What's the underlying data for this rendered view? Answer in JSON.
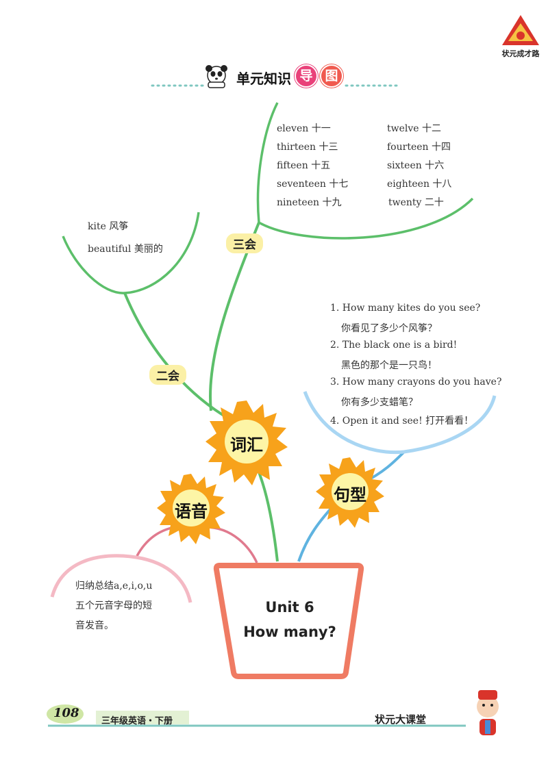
{
  "header": {
    "title": "单元知识",
    "badge_1": "导",
    "badge_2": "图"
  },
  "logo": {
    "text": "状元成才路"
  },
  "branches": {
    "vocabulary": {
      "label": "词汇"
    },
    "phonics": {
      "label": "语音"
    },
    "sentences": {
      "label": "句型"
    }
  },
  "tags": {
    "level_three": "三会",
    "level_two": "二会"
  },
  "vocab_three": [
    {
      "word": "eleven 十一"
    },
    {
      "word": "twelve 十二"
    },
    {
      "word": "thirteen 十三"
    },
    {
      "word": "fourteen 十四"
    },
    {
      "word": "fifteen 十五"
    },
    {
      "word": "sixteen 十六"
    },
    {
      "word": "seventeen 十七"
    },
    {
      "word": "eighteen 十八"
    },
    {
      "word": "nineteen 十九"
    },
    {
      "word": "twenty 二十"
    }
  ],
  "vocab_two": [
    {
      "word": "kite 风筝"
    },
    {
      "word": "beautiful 美丽的"
    }
  ],
  "sentences": [
    {
      "en": "1. How many kites do you see?",
      "zh": "你看见了多少个风筝？"
    },
    {
      "en": "2. The black one is a bird!",
      "zh": "黑色的那个是一只鸟！"
    },
    {
      "en": "3. How many crayons do you have?",
      "zh": "你有多少支蜡笔？"
    },
    {
      "en": "4. Open it and see! 打开看看！",
      "zh": ""
    }
  ],
  "phonics": {
    "line1": "归纳总结a,e,i,o,u",
    "line2": "五个元音字母的短",
    "line3": "音发音。"
  },
  "pot": {
    "unit": "Unit 6",
    "title": "How many?"
  },
  "footer": {
    "page_number": "108",
    "book": "三年级英语・下册",
    "brand": "状元大课堂"
  },
  "colors": {
    "vocab_branch": "#5cbf6a",
    "sentence_branch": "#5fb3e0",
    "phonics_branch": "#e07a8e",
    "sun": "#f7a21b",
    "sun_inner": "#fdf5a6",
    "pot": "#ef7b63",
    "tag": "#fbf0a6",
    "badge": "#e9417a"
  }
}
